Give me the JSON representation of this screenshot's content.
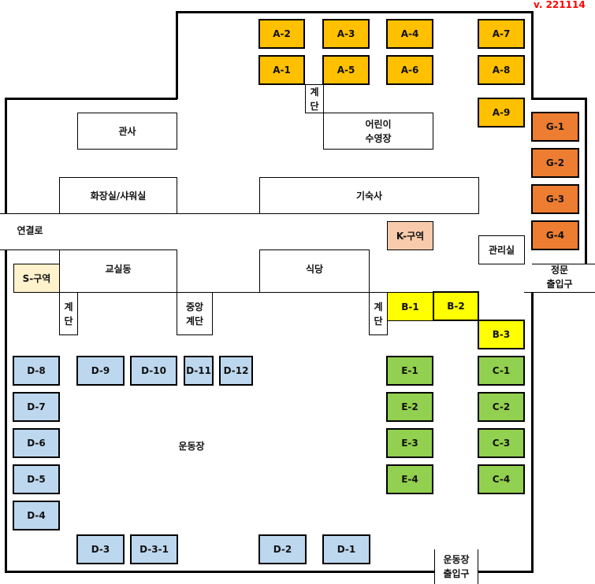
{
  "version": "v. 221114",
  "colors": {
    "A": "#FFC000",
    "G": "#ED7D31",
    "B": "#FFFF00",
    "C": "#92D050",
    "E": "#92D050",
    "D": "#BDD7EE",
    "K": "#F8CBAD",
    "S": "#FFF2CC"
  },
  "zones": {
    "A1": "A-1",
    "A2": "A-2",
    "A3": "A-3",
    "A4": "A-4",
    "A5": "A-5",
    "A6": "A-6",
    "A7": "A-7",
    "A8": "A-8",
    "A9": "A-9",
    "G1": "G-1",
    "G2": "G-2",
    "G3": "G-3",
    "G4": "G-4",
    "B1": "B-1",
    "B2": "B-2",
    "B3": "B-3",
    "C1": "C-1",
    "C2": "C-2",
    "C3": "C-3",
    "C4": "C-4",
    "E1": "E-1",
    "E2": "E-2",
    "E3": "E-3",
    "E4": "E-4",
    "D1": "D-1",
    "D2": "D-2",
    "D3": "D-3",
    "D31": "D-3-1",
    "D4": "D-4",
    "D5": "D-5",
    "D6": "D-6",
    "D7": "D-7",
    "D8": "D-8",
    "D9": "D-9",
    "D10": "D-10",
    "D11": "D-11",
    "D12": "D-12",
    "K": "K-구역",
    "S": "S-구역"
  },
  "buildings": {
    "gwansa": "관사",
    "pool_1": "어린이",
    "pool_2": "수영장",
    "restroom": "화장실/샤워실",
    "dorm": "기숙사",
    "office": "관리실",
    "classroom": "교실동",
    "cafeteria": "식당",
    "stairs_1": "계",
    "stairs_2": "단",
    "central_stairs_1": "중앙",
    "central_stairs_2": "계단"
  },
  "areas": {
    "connector": "연결로",
    "playground": "운동장",
    "main_gate_1": "정문",
    "main_gate_2": "출입구",
    "field_gate_1": "운동장",
    "field_gate_2": "출입구"
  }
}
